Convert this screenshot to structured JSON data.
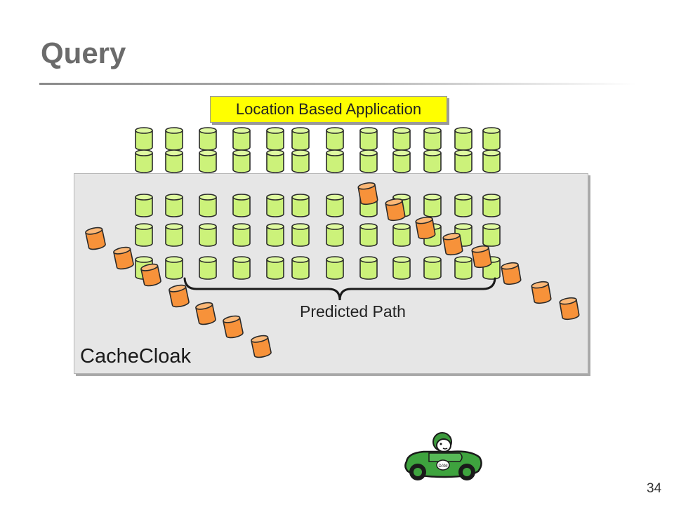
{
  "slide": {
    "title": "Query",
    "page_number": "34"
  },
  "diagram": {
    "application_label": "Location Based Application",
    "cloak_label": "CacheCloak",
    "path_label": "Predicted Path",
    "colors": {
      "cache_fill": "#ccf27a",
      "cache_top": "#dffaa0",
      "cache_stroke": "#2a2a2a",
      "user_fill": "#f7923a",
      "user_top": "#fcb877",
      "app_label_bg": "#ffff00",
      "cloak_bg": "#e6e6e6",
      "car_body": "#3ea33e"
    },
    "icons": {
      "cache_node": "green-cylinder-icon",
      "user_location": "orange-cylinder-icon",
      "user": "car-icon",
      "path": "brace-icon"
    }
  }
}
